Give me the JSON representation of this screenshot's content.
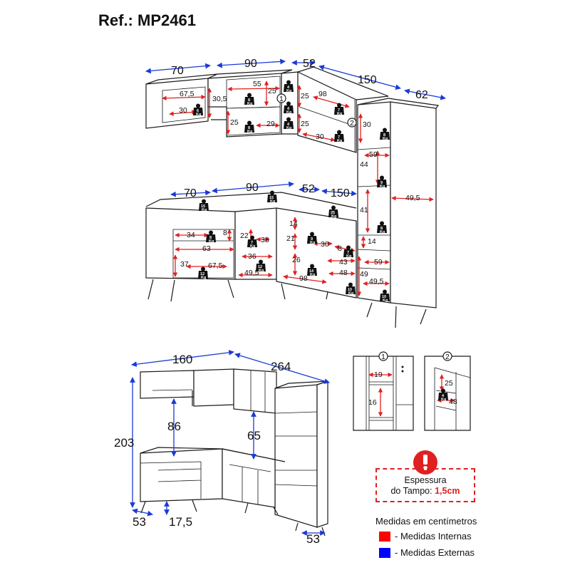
{
  "ref_title": "Ref.: MP2461",
  "colors": {
    "external": "#1a3bd6",
    "internal": "#e02020",
    "line": "#1a1a1a"
  },
  "icons": {
    "weight": "weight-icon",
    "warning": "exclamation-icon"
  },
  "upper": {
    "ext": {
      "w70": "70",
      "w90": "90",
      "w52": "52",
      "w150": "150",
      "w62": "62"
    },
    "int": {
      "a675": "67,5",
      "a305": "30,5",
      "a30": "30",
      "b55": "55",
      "b25": "25",
      "b25b": "25",
      "b29": "29",
      "c25": "25",
      "c98": "98",
      "c25b": "25",
      "c30": "30"
    }
  },
  "tower": {
    "t30": "30",
    "t59": "59",
    "t44": "44",
    "t495": "49,5",
    "t41": "41",
    "t14": "14",
    "t59b": "59",
    "t49": "49",
    "t495b": "49,5"
  },
  "lower": {
    "ext": {
      "w70": "70",
      "w90": "90",
      "w52": "52",
      "w150": "150"
    },
    "int": {
      "a34": "34",
      "a8": "8",
      "a63": "63",
      "a37": "37",
      "a675": "67,5",
      "b22": "22",
      "b38": "38",
      "b36": "36",
      "b495": "49,5",
      "c14": "14",
      "c21": "21",
      "c30": "30",
      "c8": "8",
      "c26": "26",
      "c43": "43",
      "c48": "48",
      "c98": "98"
    }
  },
  "weights": {
    "k6": "6",
    "k8": "8",
    "k7": "7",
    "k4": "4",
    "k9": "9",
    "k15": "15",
    "k25": "25",
    "k12": "12",
    "k14": "14",
    "k10": "10",
    "kg": "Kg"
  },
  "front": {
    "w160": "160",
    "w264": "264",
    "h203": "203",
    "h86": "86",
    "h65": "65",
    "d53": "53",
    "l175": "17,5",
    "d53b": "53"
  },
  "details": {
    "n1": "1",
    "n2": "2",
    "d19": "19",
    "d16": "16",
    "d25": "25",
    "d48": "48"
  },
  "notice": {
    "line1": "Espessura",
    "line2": "do Tampo: ",
    "value": "1,5cm"
  },
  "legend": {
    "title": "Medidas em centímetros",
    "internal": "- Medidas Internas",
    "external": "- Medidas Externas"
  }
}
